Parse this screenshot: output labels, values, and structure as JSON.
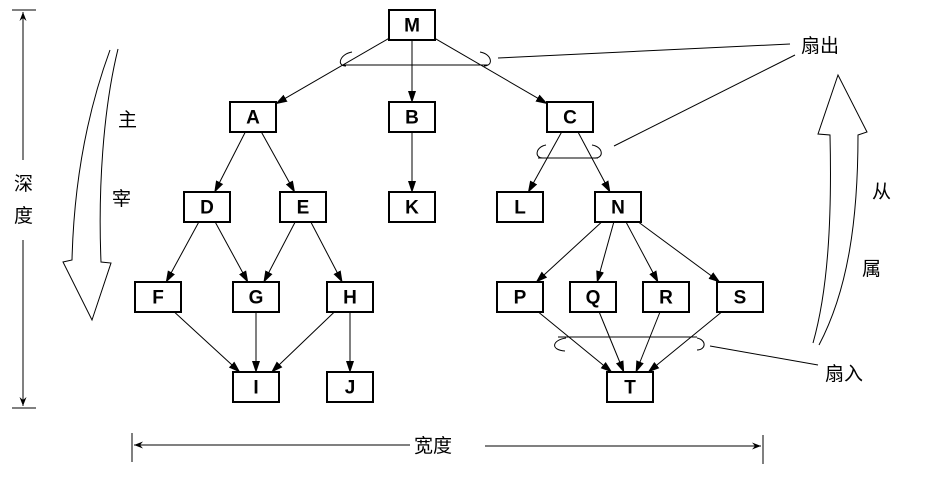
{
  "nodes": [
    {
      "id": "M",
      "label": "M"
    },
    {
      "id": "A",
      "label": "A"
    },
    {
      "id": "B",
      "label": "B"
    },
    {
      "id": "C",
      "label": "C"
    },
    {
      "id": "D",
      "label": "D"
    },
    {
      "id": "E",
      "label": "E"
    },
    {
      "id": "K",
      "label": "K"
    },
    {
      "id": "L",
      "label": "L"
    },
    {
      "id": "N",
      "label": "N"
    },
    {
      "id": "F",
      "label": "F"
    },
    {
      "id": "G",
      "label": "G"
    },
    {
      "id": "H",
      "label": "H"
    },
    {
      "id": "P",
      "label": "P"
    },
    {
      "id": "Q",
      "label": "Q"
    },
    {
      "id": "R",
      "label": "R"
    },
    {
      "id": "S",
      "label": "S"
    },
    {
      "id": "I",
      "label": "I"
    },
    {
      "id": "J",
      "label": "J"
    },
    {
      "id": "T",
      "label": "T"
    }
  ],
  "edges": [
    [
      "M",
      "A"
    ],
    [
      "M",
      "B"
    ],
    [
      "M",
      "C"
    ],
    [
      "A",
      "D"
    ],
    [
      "A",
      "E"
    ],
    [
      "B",
      "K"
    ],
    [
      "C",
      "L"
    ],
    [
      "C",
      "N"
    ],
    [
      "D",
      "F"
    ],
    [
      "D",
      "G"
    ],
    [
      "E",
      "G"
    ],
    [
      "E",
      "H"
    ],
    [
      "N",
      "P"
    ],
    [
      "N",
      "Q"
    ],
    [
      "N",
      "R"
    ],
    [
      "N",
      "S"
    ],
    [
      "F",
      "I"
    ],
    [
      "G",
      "I"
    ],
    [
      "H",
      "I"
    ],
    [
      "H",
      "J"
    ],
    [
      "P",
      "T"
    ],
    [
      "Q",
      "T"
    ],
    [
      "R",
      "T"
    ],
    [
      "S",
      "T"
    ]
  ],
  "labels": {
    "depth": "深度",
    "width": "宽度",
    "fan_out": "扇出",
    "fan_in": "扇入",
    "dominant_1": "主",
    "dominant_2": "宰",
    "subordinate_1": "从",
    "subordinate_2": "属"
  }
}
